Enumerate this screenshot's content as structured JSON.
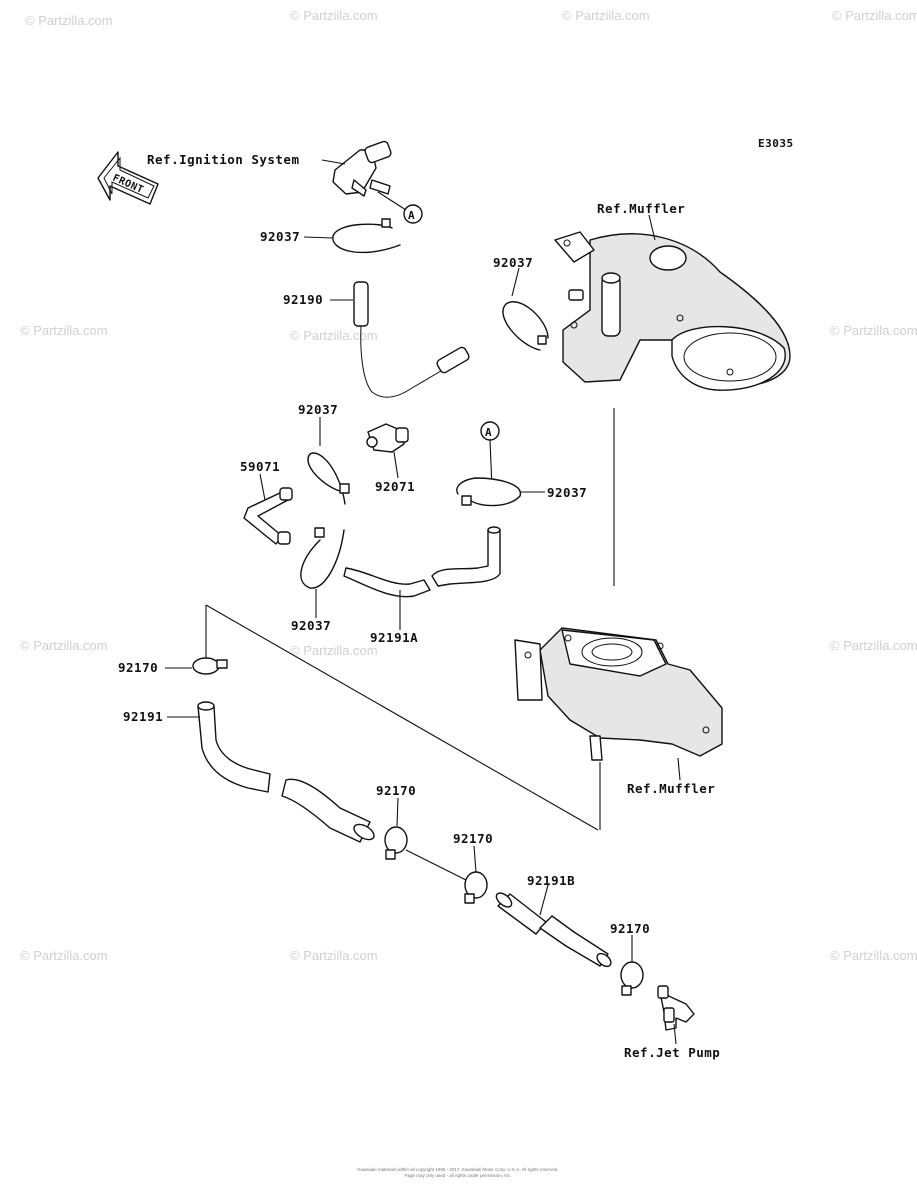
{
  "diagram_code": "E3035",
  "front_label": "FRONT",
  "callout_letter": "A",
  "refs": {
    "ignition": "Ref.Ignition System",
    "muffler_top": "Ref.Muffler",
    "muffler_bottom": "Ref.Muffler",
    "jet_pump": "Ref.Jet Pump"
  },
  "parts": {
    "p92037_a": "92037",
    "p92190": "92190",
    "p92037_b": "92037",
    "p92037_c": "92037",
    "p59071": "59071",
    "p92071": "92071",
    "p92037_d": "92037",
    "p92037_e": "92037",
    "p92191A": "92191A",
    "p92170_a": "92170",
    "p92191": "92191",
    "p92170_b": "92170",
    "p92170_c": "92170",
    "p92191B": "92191B",
    "p92170_d": "92170"
  },
  "watermark": "© Partzilla.com",
  "copyright_line1": "Kawasaki materials within all copyright 1995 - 2017, Kawasaki Motor Corp. U.S.A. All rights reserved.",
  "copyright_line2": "Page may only used - all rights under permission, Inc."
}
